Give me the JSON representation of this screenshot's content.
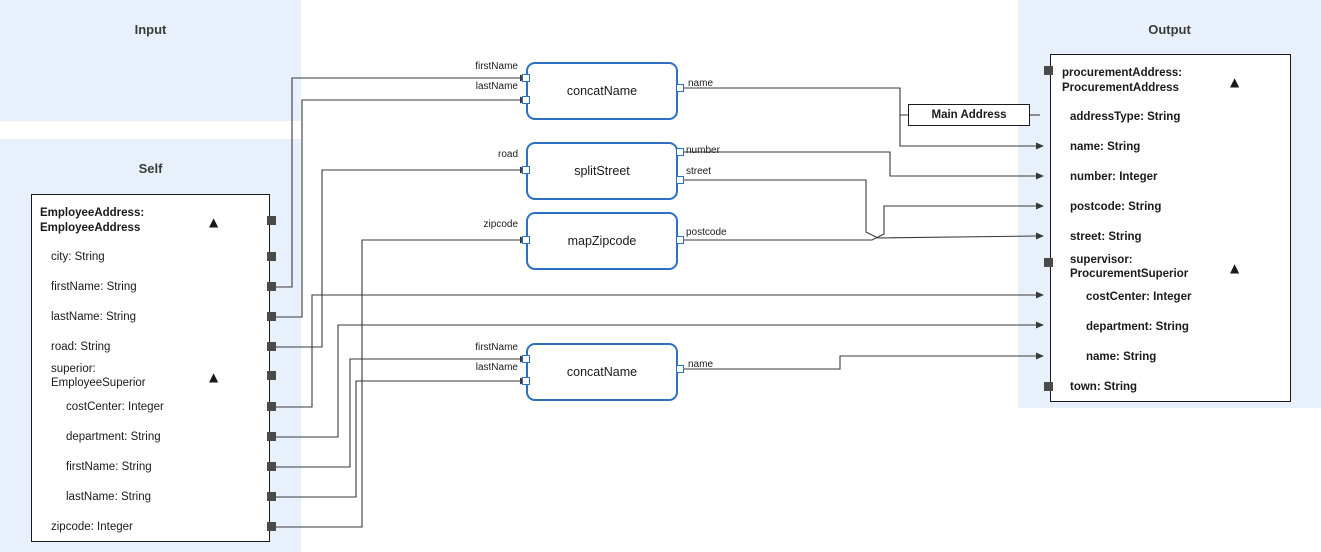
{
  "panels": {
    "input": {
      "title": "Input"
    },
    "self": {
      "title": "Self"
    },
    "output": {
      "title": "Output"
    }
  },
  "self_object": {
    "header_line1": "EmployeeAddress:",
    "header_line2": "EmployeeAddress",
    "collapse_icon": "chevron-up",
    "fields": [
      {
        "label": "city: String"
      },
      {
        "label": "firstName: String"
      },
      {
        "label": "lastName: String"
      },
      {
        "label": "road: String"
      },
      {
        "label": "superior:"
      },
      {
        "label": "EmployeeSuperior"
      },
      {
        "label": "costCenter: Integer"
      },
      {
        "label": "department: String"
      },
      {
        "label": "firstName: String"
      },
      {
        "label": "lastName: String"
      },
      {
        "label": "zipcode: Integer"
      }
    ]
  },
  "output_object": {
    "header_line1": "procurementAddress:",
    "header_line2": "ProcurementAddress",
    "collapse_icon": "chevron-up",
    "fields": [
      {
        "label": "addressType: String"
      },
      {
        "label": "name: String"
      },
      {
        "label": "number: Integer"
      },
      {
        "label": "postcode: String"
      },
      {
        "label": "street: String"
      },
      {
        "label": "supervisor:"
      },
      {
        "label": "ProcurementSuperior"
      },
      {
        "label": "costCenter: Integer"
      },
      {
        "label": "department: String"
      },
      {
        "label": "name: String"
      },
      {
        "label": "town: String"
      }
    ]
  },
  "functions": [
    {
      "id": "concatName-1",
      "label": "concatName",
      "inputs": [
        "firstName",
        "lastName"
      ],
      "outputs": [
        "name"
      ]
    },
    {
      "id": "splitStreet",
      "label": "splitStreet",
      "inputs": [
        "road"
      ],
      "outputs": [
        "number",
        "street"
      ]
    },
    {
      "id": "mapZipcode",
      "label": "mapZipcode",
      "inputs": [
        "zipcode"
      ],
      "outputs": [
        "postcode"
      ]
    },
    {
      "id": "concatName-2",
      "label": "concatName",
      "inputs": [
        "firstName",
        "lastName"
      ],
      "outputs": [
        "name"
      ]
    }
  ],
  "annotation": {
    "label": "Main Address"
  },
  "colors": {
    "panel_bg": "#e8f1fb",
    "node_border": "#2d6fc1",
    "wire": "#3a3a3a",
    "port": "#4a4a4a",
    "text": "#1a1a1a"
  }
}
